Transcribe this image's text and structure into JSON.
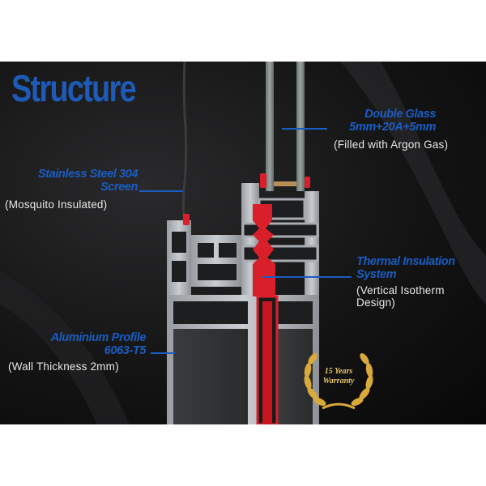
{
  "title": "Structure",
  "labels": {
    "double_glass": {
      "line1": "Double Glass",
      "line2": "5mm+20A+5mm",
      "note": "(Filled with Argon Gas)"
    },
    "screen": {
      "line1": "Stainless Steel 304",
      "line2": "Screen",
      "note": "(Mosquito Insulated)"
    },
    "thermal": {
      "line1": "Thermal Insulation",
      "line2": "System",
      "note1": "(Vertical Isotherm",
      "note2": "Design)"
    },
    "aluminium": {
      "line1": "Aluminium Profile",
      "line2": "6063-T5",
      "note": "(Wall Thickness 2mm)"
    }
  },
  "badge": {
    "line1": "15 Years",
    "line2": "Warranty"
  },
  "colors": {
    "heading_blue": "#1a5cc2",
    "thermal_red": "#d9202a",
    "gold": "#d9a93c"
  }
}
